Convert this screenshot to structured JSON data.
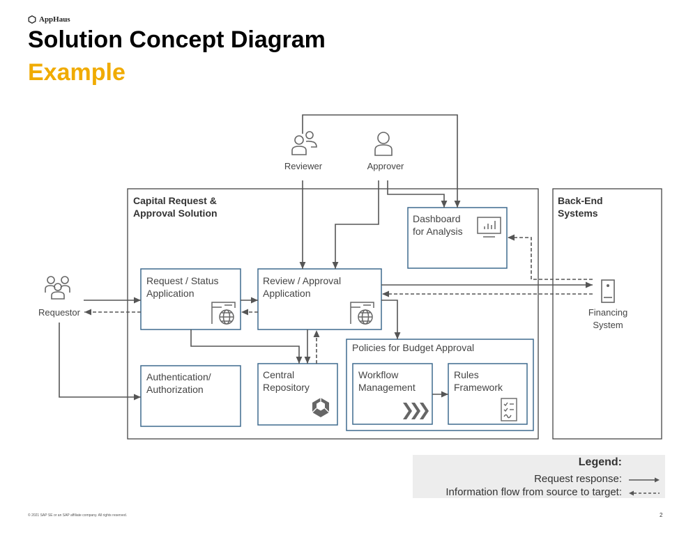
{
  "brand": {
    "name": "AppHaus",
    "logo_icon": "hexagon-logo-icon"
  },
  "header": {
    "title": "Solution Concept Diagram",
    "subtitle": "Example",
    "accent_color": "#F0AB00"
  },
  "actors": {
    "reviewer": {
      "label": "Reviewer",
      "icon": "users-icon"
    },
    "approver": {
      "label": "Approver",
      "icon": "user-icon"
    },
    "requestor": {
      "label": "Requestor",
      "icon": "users-icon"
    },
    "financing": {
      "label_line1": "Financing",
      "label_line2": "System",
      "icon": "server-icon"
    }
  },
  "containers": {
    "solution": {
      "line1": "Capital Request &",
      "line2": "Approval Solution"
    },
    "backend": {
      "line1": "Back-End",
      "line2": "Systems"
    },
    "policies": {
      "label": "Policies for Budget Approval"
    }
  },
  "boxes": {
    "request_status": {
      "line1": "Request / Status",
      "line2": "Application",
      "icon": "web-app-icon"
    },
    "review_approval": {
      "line1": "Review / Approval",
      "line2": "Application",
      "icon": "web-app-icon"
    },
    "dashboard": {
      "line1": "Dashboard",
      "line2": "for Analysis",
      "icon": "chart-monitor-icon"
    },
    "auth": {
      "line1": "Authentication/",
      "line2": "Authorization"
    },
    "repository": {
      "line1": "Central",
      "line2": "Repository",
      "icon": "cube-icon"
    },
    "workflow": {
      "line1": "Workflow",
      "line2": "Management",
      "icon": "chevrons-icon"
    },
    "rules": {
      "line1": "Rules",
      "line2": "Framework",
      "icon": "checklist-icon"
    }
  },
  "legend": {
    "title": "Legend:",
    "request_response": "Request response:",
    "information_flow": "Information flow from source to target:"
  },
  "colors": {
    "box_border": "#3E6A8E",
    "line": "#555555",
    "container_border": "#444444"
  },
  "footer": {
    "copyright": "© 2021 SAP SE or an SAP affiliate company. All rights reserved.",
    "page": "2"
  }
}
